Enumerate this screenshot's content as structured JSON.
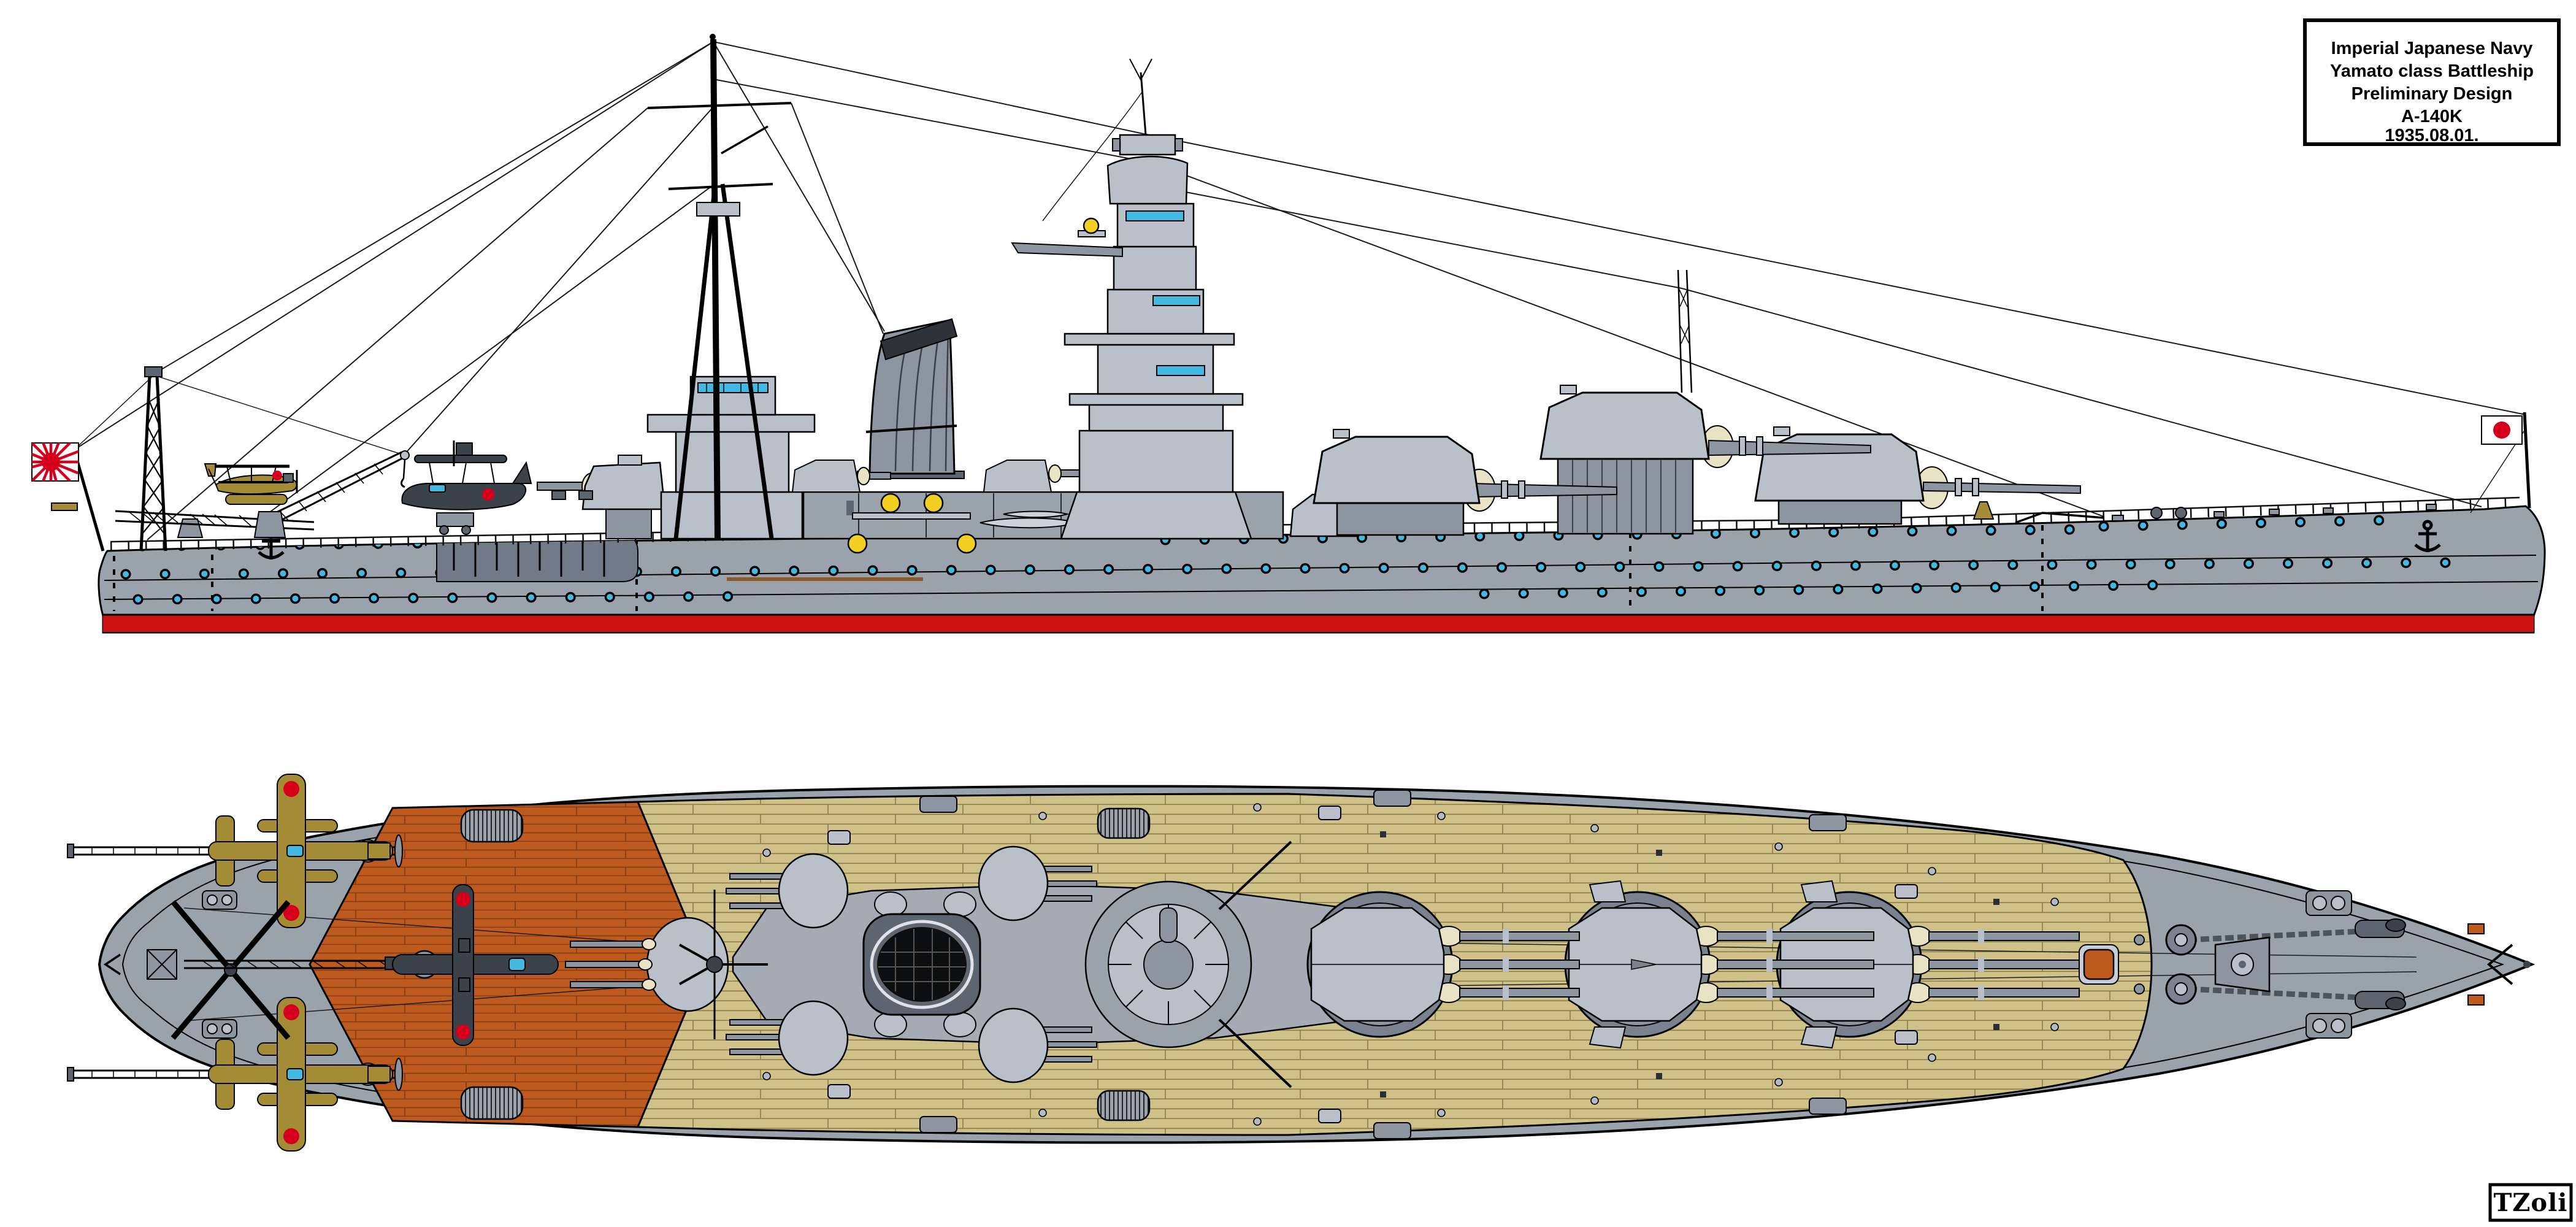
{
  "title_box": {
    "lines": [
      "Imperial Japanese Navy",
      "Yamato class Battleship",
      "Preliminary Design",
      "A-140K",
      "1935.08.01."
    ]
  },
  "signature": "TZoli",
  "icons": {
    "stern_flag": "rising-sun-naval-ensign",
    "bow_flag": "hinomaru-national-flag"
  },
  "colors": {
    "hull": "#9aa2ab",
    "light": "#b9c0ca",
    "mid": "#8d95a0",
    "slate": "#5d6570",
    "dark": "#3c424a",
    "wood": "#cfc188",
    "woodline": "#8a7b4a",
    "orange": "#bf5a1e",
    "orangeline": "#7c3a14",
    "red": "#cc1111",
    "flagred": "#d6001c",
    "blue": "#41b9e2",
    "yellow": "#f2d022",
    "cream": "#e9e3c6",
    "khaki": "#a38c35"
  }
}
